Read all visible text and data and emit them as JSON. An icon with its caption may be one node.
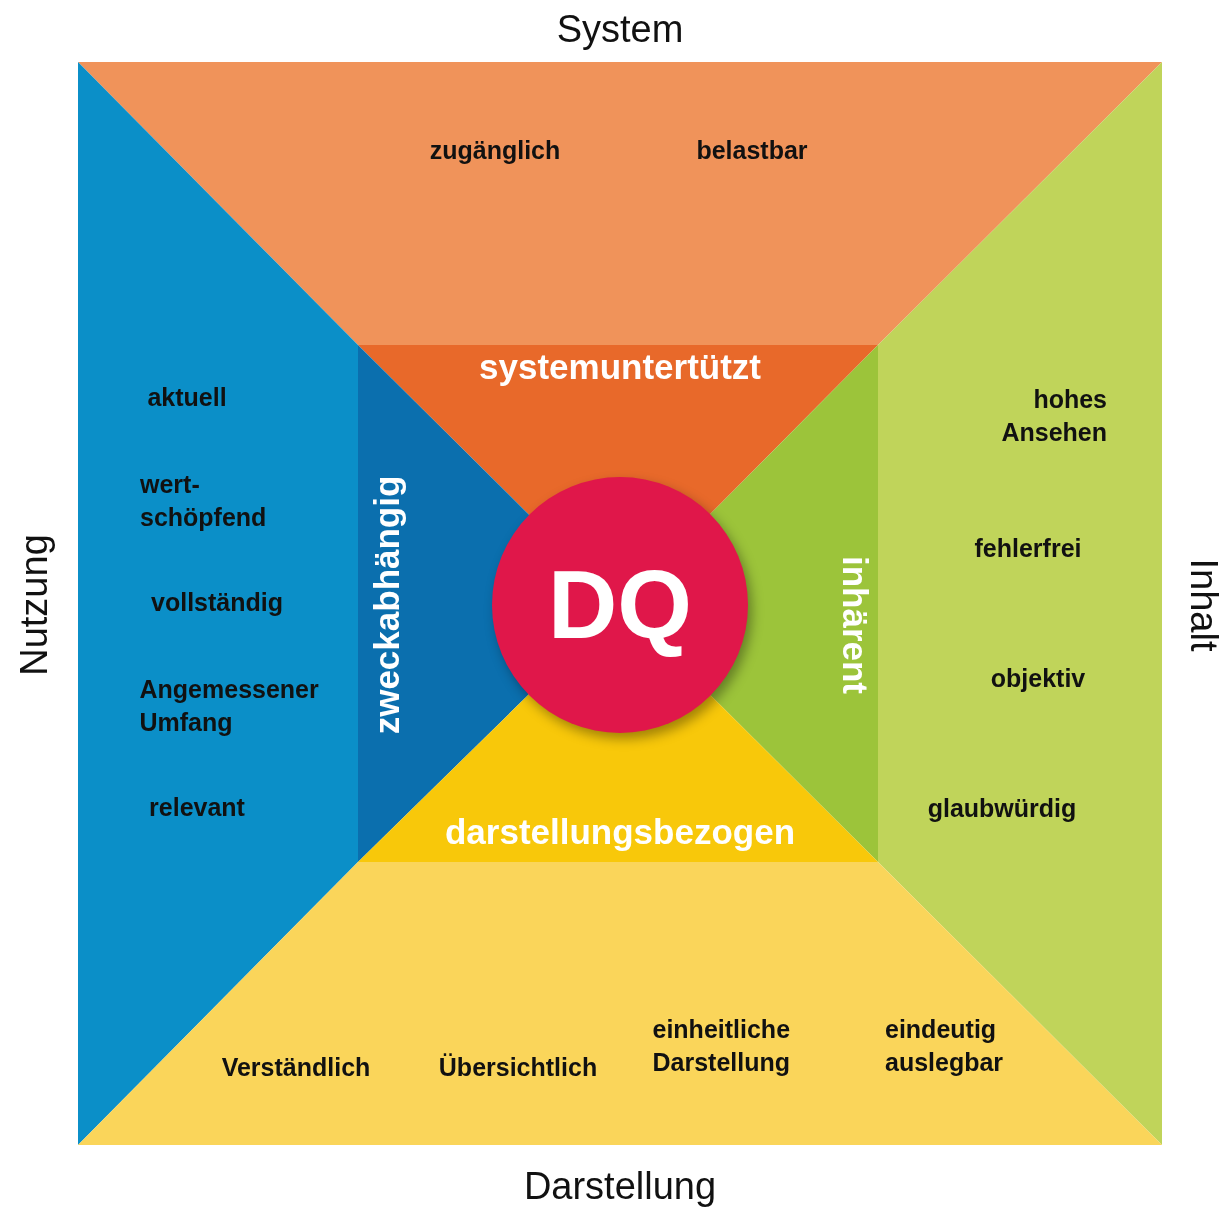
{
  "diagram": {
    "nodes": [
      {
        "text": [
          "System",
          "zugänglich",
          "belastbar"
        ]
      },
      {
        "text": [
          "Nutzung",
          "aktuell",
          "wert-schöpfend",
          "vollständig",
          "Angemessener Umfang",
          "relevant"
        ]
      },
      {
        "text": [
          "Inhalt",
          "hohes Ansehen",
          "fehlerfrei",
          "objektiv",
          "glaubwürdig"
        ]
      },
      {
        "text": [
          "Darstellung",
          "Verständlich",
          "Übersichtlich",
          "einheitliche Darstellung",
          "eindeutig auslegbar"
        ]
      },
      {
        "text": [
          "systemuntertützt"
        ]
      },
      {
        "text": [
          "zweckabhängig"
        ]
      },
      {
        "text": [
          "inhärent"
        ]
      },
      {
        "text": [
          "darstellungsbezogen"
        ]
      },
      {
        "text": [
          "DQ"
        ]
      }
    ]
  }
}
